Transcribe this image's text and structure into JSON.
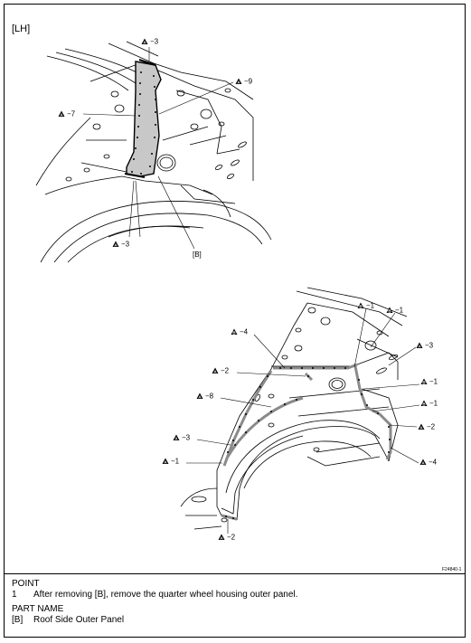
{
  "view_label": "[LH]",
  "top_view": {
    "callouts": [
      {
        "prefix": "A",
        "num": "3"
      },
      {
        "prefix": "A",
        "num": "9"
      },
      {
        "prefix": "A",
        "num": "7"
      },
      {
        "prefix": "A",
        "num": "3"
      }
    ],
    "part_tag": "[B]"
  },
  "bottom_view": {
    "callouts": [
      {
        "prefix": "B",
        "num": "1"
      },
      {
        "prefix": "B",
        "num": "1"
      },
      {
        "prefix": "B",
        "num": "4"
      },
      {
        "prefix": "A",
        "num": "3"
      },
      {
        "prefix": "A",
        "num": "2"
      },
      {
        "prefix": "B",
        "num": "1"
      },
      {
        "prefix": "A",
        "num": "8"
      },
      {
        "prefix": "B",
        "num": "1"
      },
      {
        "prefix": "A",
        "num": "2"
      },
      {
        "prefix": "A",
        "num": "3"
      },
      {
        "prefix": "A",
        "num": "1"
      },
      {
        "prefix": "A",
        "num": "4"
      },
      {
        "prefix": "A",
        "num": "2"
      }
    ]
  },
  "figure_code": "F24840-1",
  "point": {
    "heading": "POINT",
    "items": [
      {
        "num": "1",
        "text": "After removing [B], remove the quarter wheel housing outer panel."
      }
    ]
  },
  "part_name": {
    "heading": "PART NAME",
    "items": [
      {
        "tag": "[B]",
        "text": "Roof Side Outer Panel"
      }
    ]
  }
}
